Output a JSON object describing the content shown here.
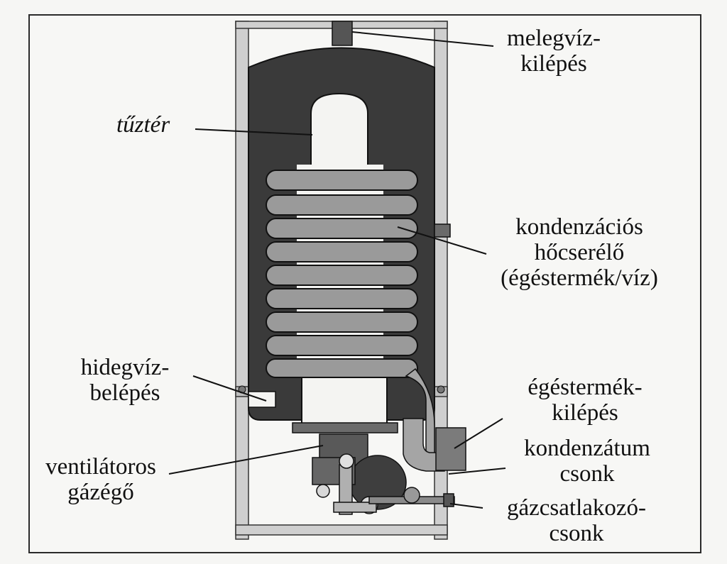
{
  "diagram": {
    "labels": {
      "hot_water_outlet": [
        "melegvíz-",
        "kilépés"
      ],
      "firebox": [
        "tűztér"
      ],
      "condensing_heat_exchanger": [
        "kondenzációs",
        "hőcserélő",
        "(égéstermék/víz)"
      ],
      "cold_water_inlet": [
        "hidegvíz-",
        "belépés"
      ],
      "flue_gas_outlet": [
        "égéstermék-",
        "kilépés"
      ],
      "fan_gas_burner": [
        "ventilátoros",
        "gázégő"
      ],
      "condensate_connection": [
        "kondenzátum",
        "csonk"
      ],
      "gas_connection": [
        "gázcsatlakozó-",
        "csonk"
      ]
    },
    "colors": {
      "tank": "#3a3a3a",
      "coil": "#9a9a9a",
      "frame": "#c4c4c4",
      "lines": "#111111"
    }
  }
}
